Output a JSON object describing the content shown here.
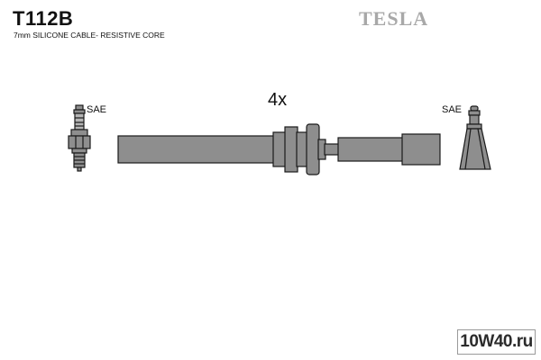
{
  "header": {
    "part_number": "T112B",
    "subtitle": "7mm SILICONE CABLE- RESISTIVE CORE",
    "brand": "TESLA"
  },
  "diagram": {
    "quantity": "4x",
    "left_connector_label": "SAE",
    "right_connector_label": "SAE"
  },
  "watermark": {
    "text": "10W40.ru"
  },
  "colors": {
    "part_fill": "#8e8e8e",
    "outline": "#1a1a1a",
    "brand": "#a8a8a8"
  },
  "icons": {
    "left": "spark-plug-icon",
    "right": "coil-terminal-icon"
  }
}
